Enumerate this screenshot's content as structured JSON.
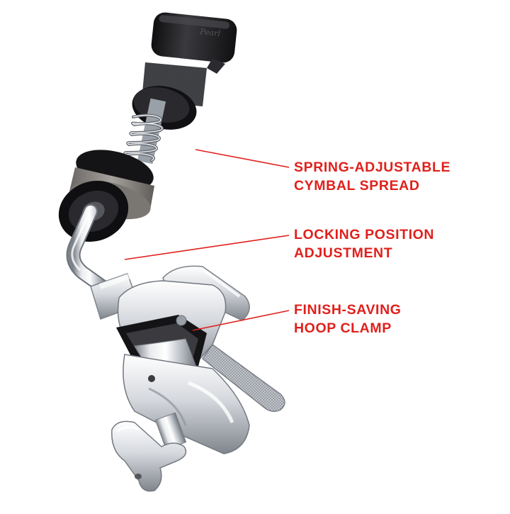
{
  "callouts": [
    {
      "lines": [
        "SPRING-ADJUSTABLE",
        "CYMBAL SPREAD"
      ]
    },
    {
      "lines": [
        "LOCKING POSITION",
        "ADJUSTMENT"
      ]
    },
    {
      "lines": [
        "FINISH-SAVING",
        "HOOP CLAMP"
      ]
    }
  ],
  "colors": {
    "callout_text": "#e0201c",
    "leader_line": "#e0201c",
    "black_part": "#1c1c1e",
    "felt": "#8a8784",
    "chrome_light": "#f2f3f5",
    "chrome_dark": "#8e939a"
  }
}
